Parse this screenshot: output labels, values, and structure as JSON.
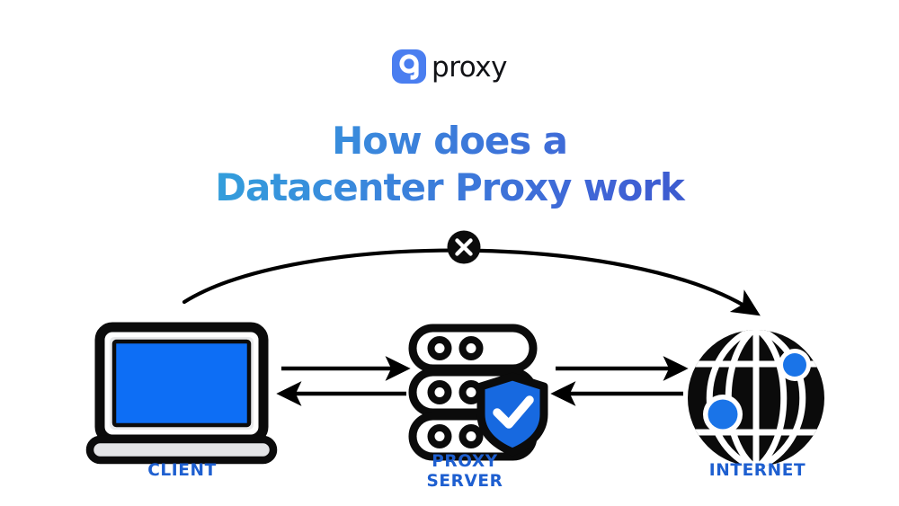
{
  "brand": {
    "logo_icon": "9proxy-logo-icon",
    "wordmark": "proxy",
    "logo_color": "#4a7ef0",
    "wordmark_color": "#111216"
  },
  "headline": {
    "line1": "How does a",
    "line2": "Datacenter Proxy work",
    "gradient_from": "#2bb9d6",
    "gradient_to": "#3342bb"
  },
  "diagram": {
    "type": "flow-diagram",
    "nodes": [
      {
        "id": "client",
        "label": "CLIENT",
        "icon": "laptop-icon",
        "screen_color": "#0d6ef5",
        "body_color": "#e3e4e6",
        "outline_color": "#111111"
      },
      {
        "id": "proxy",
        "label": "PROXY\nSERVER",
        "icon": "server-rack-icon",
        "badge_icon": "shield-check-icon",
        "badge_color": "#1769e0",
        "outline_color": "#111111"
      },
      {
        "id": "internet",
        "label": "INTERNET",
        "icon": "globe-icon",
        "globe_color": "#0b0b0b",
        "node_dot_color": "#1a74e8"
      }
    ],
    "connections": [
      {
        "from": "client",
        "to": "proxy",
        "direction": "right",
        "style": "straight-arrow"
      },
      {
        "from": "proxy",
        "to": "client",
        "direction": "left",
        "style": "straight-arrow"
      },
      {
        "from": "proxy",
        "to": "internet",
        "direction": "right",
        "style": "straight-arrow"
      },
      {
        "from": "internet",
        "to": "proxy",
        "direction": "left",
        "style": "straight-arrow"
      },
      {
        "from": "client",
        "to": "internet",
        "direction": "right",
        "style": "curved-arrow-blocked",
        "badge": "blocked-x-icon"
      }
    ],
    "blocked_badge": {
      "icon": "blocked-x-icon",
      "fill": "#0b0b0b",
      "glyph_color": "#ffffff"
    },
    "label_color": "#1e5fd0",
    "arrow_color": "#000000"
  }
}
